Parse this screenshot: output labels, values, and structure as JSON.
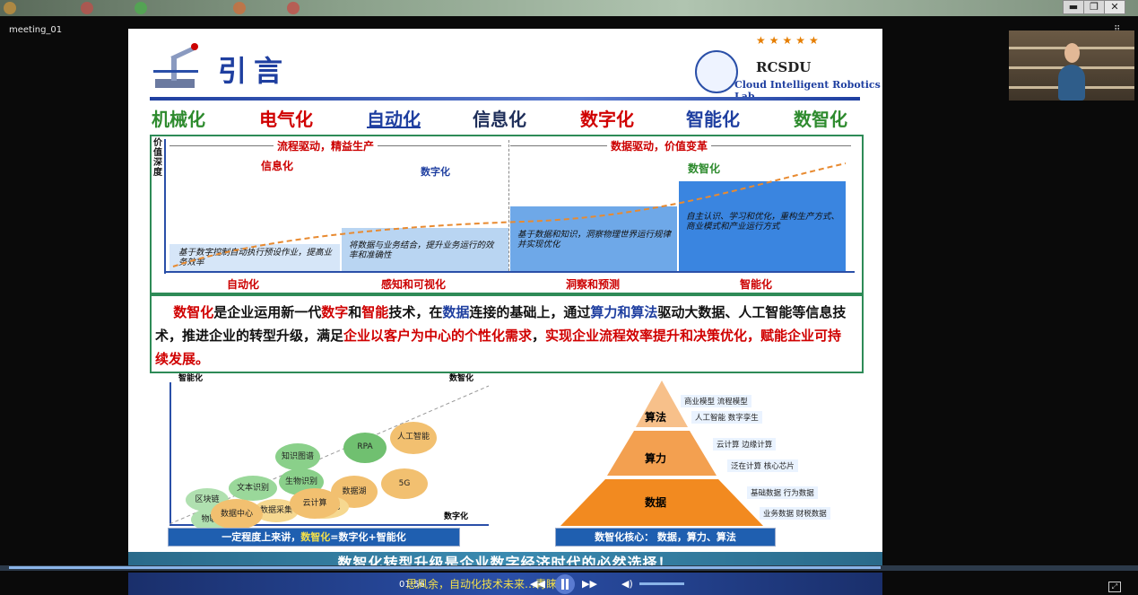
{
  "window": {
    "title": "meeting_01",
    "minimize": "▬",
    "maximize": "❐",
    "close": "✕",
    "player_time": "01:56"
  },
  "slide": {
    "title": "引言",
    "lab_name": "RCSDU",
    "lab_full": "Cloud Intelligent Robotics Lab.",
    "stars": "★★★★★",
    "stages": [
      {
        "label": "机械化",
        "color": "#2e8b2e"
      },
      {
        "label": "电气化",
        "color": "#d00000"
      },
      {
        "label": "自动化",
        "color": "#1f3fa0"
      },
      {
        "label": "信息化",
        "color": "#1f2f5a"
      },
      {
        "label": "数字化",
        "color": "#d00000"
      },
      {
        "label": "智能化",
        "color": "#1f3fa0"
      },
      {
        "label": "数智化",
        "color": "#2e8b2e"
      }
    ],
    "chart": {
      "yaxis": "价值深度",
      "left_phase": "流程驱动，精益生产",
      "right_phase": "数据驱动，价值变革",
      "tags": {
        "info": "信息化",
        "digital": "数字化",
        "digi_intel": "数智化"
      },
      "captions": [
        "基于数字控制自动执行预设作业，提高业务效率",
        "将数据与业务结合，提升业务运行的效率和准确性",
        "基于数据和知识，洞察物理世界运行规律并实现优化",
        "自主认识、学习和优化，重构生产方式、商业模式和产业运行方式"
      ],
      "bottom_labels": [
        "自动化",
        "感知和可视化",
        "洞察和预测",
        "智能化"
      ]
    },
    "definition": {
      "p1": "数智化",
      "p2": "是企业运用新一代",
      "p3": "数字",
      "p4": "和",
      "p5": "智能",
      "p6": "技术，在",
      "p7": "数据",
      "p8": "连接的基础上，通过",
      "p9": "算力和算法",
      "p10": "驱动大数据、人工智能等信息技术，推进企业的转型升级，满足",
      "p11": "企业以客户为中心的个性化需求",
      "p12": "，",
      "p13": "实现企业流程效率提升和决策优化，赋能企业可持续发展。"
    },
    "scatter": {
      "yaxis": "智能化",
      "xaxis": "数字化",
      "diag": "数智化",
      "items": [
        "人工智能",
        "RPA",
        "知识图谱",
        "生物识别",
        "文本识别",
        "区块链",
        "数据湖",
        "5G",
        "数据采集",
        "数据清洗",
        "物联网",
        "数据中心",
        "云计算"
      ],
      "caption_a": "一定程度上来讲，",
      "caption_b": "数智化",
      "caption_c": "=数字化+智能化"
    },
    "pyramid": {
      "levels": [
        "算法",
        "算力",
        "数据"
      ],
      "tags": [
        "商业模型 流程模型",
        "人工智能 数字孪生",
        "云计算 边缘计算",
        "泛在计算 核心芯片",
        "基础数据 行为数据",
        "业务数据 财税数据"
      ],
      "caption": "数智化核心：   数据，算力、算法"
    },
    "banner": "数智化转型升级是企业数字经济时代的必然选择！"
  },
  "player": {
    "ticker": "思风余，自动化技术未来…青睐数"
  }
}
